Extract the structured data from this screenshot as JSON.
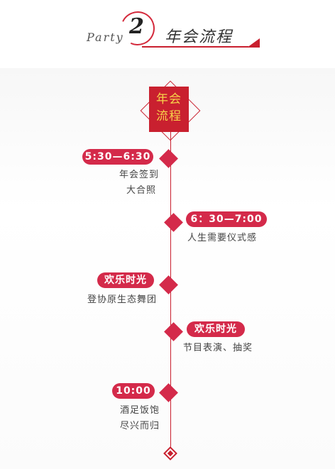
{
  "header": {
    "party": "Party",
    "number": "2",
    "title": "年会流程"
  },
  "badge": {
    "line1": "年会",
    "line2": "流程"
  },
  "events": [
    {
      "time": "5:30—6:30",
      "lines": [
        "年会签到",
        "大合照"
      ]
    },
    {
      "time": "6：30—7:00",
      "lines": [
        "人生需要仪式感"
      ]
    },
    {
      "time": "欢乐时光",
      "lines": [
        "登协原生态舞团"
      ]
    },
    {
      "time": "欢乐时光",
      "lines": [
        "节目表演、抽奖"
      ]
    },
    {
      "time": "10:00",
      "lines": [
        "酒足饭饱",
        "尽兴而归"
      ]
    }
  ],
  "colors": {
    "accent": "#c9202f",
    "pill": "#d42a4a",
    "badge_text": "#f7d34a"
  }
}
